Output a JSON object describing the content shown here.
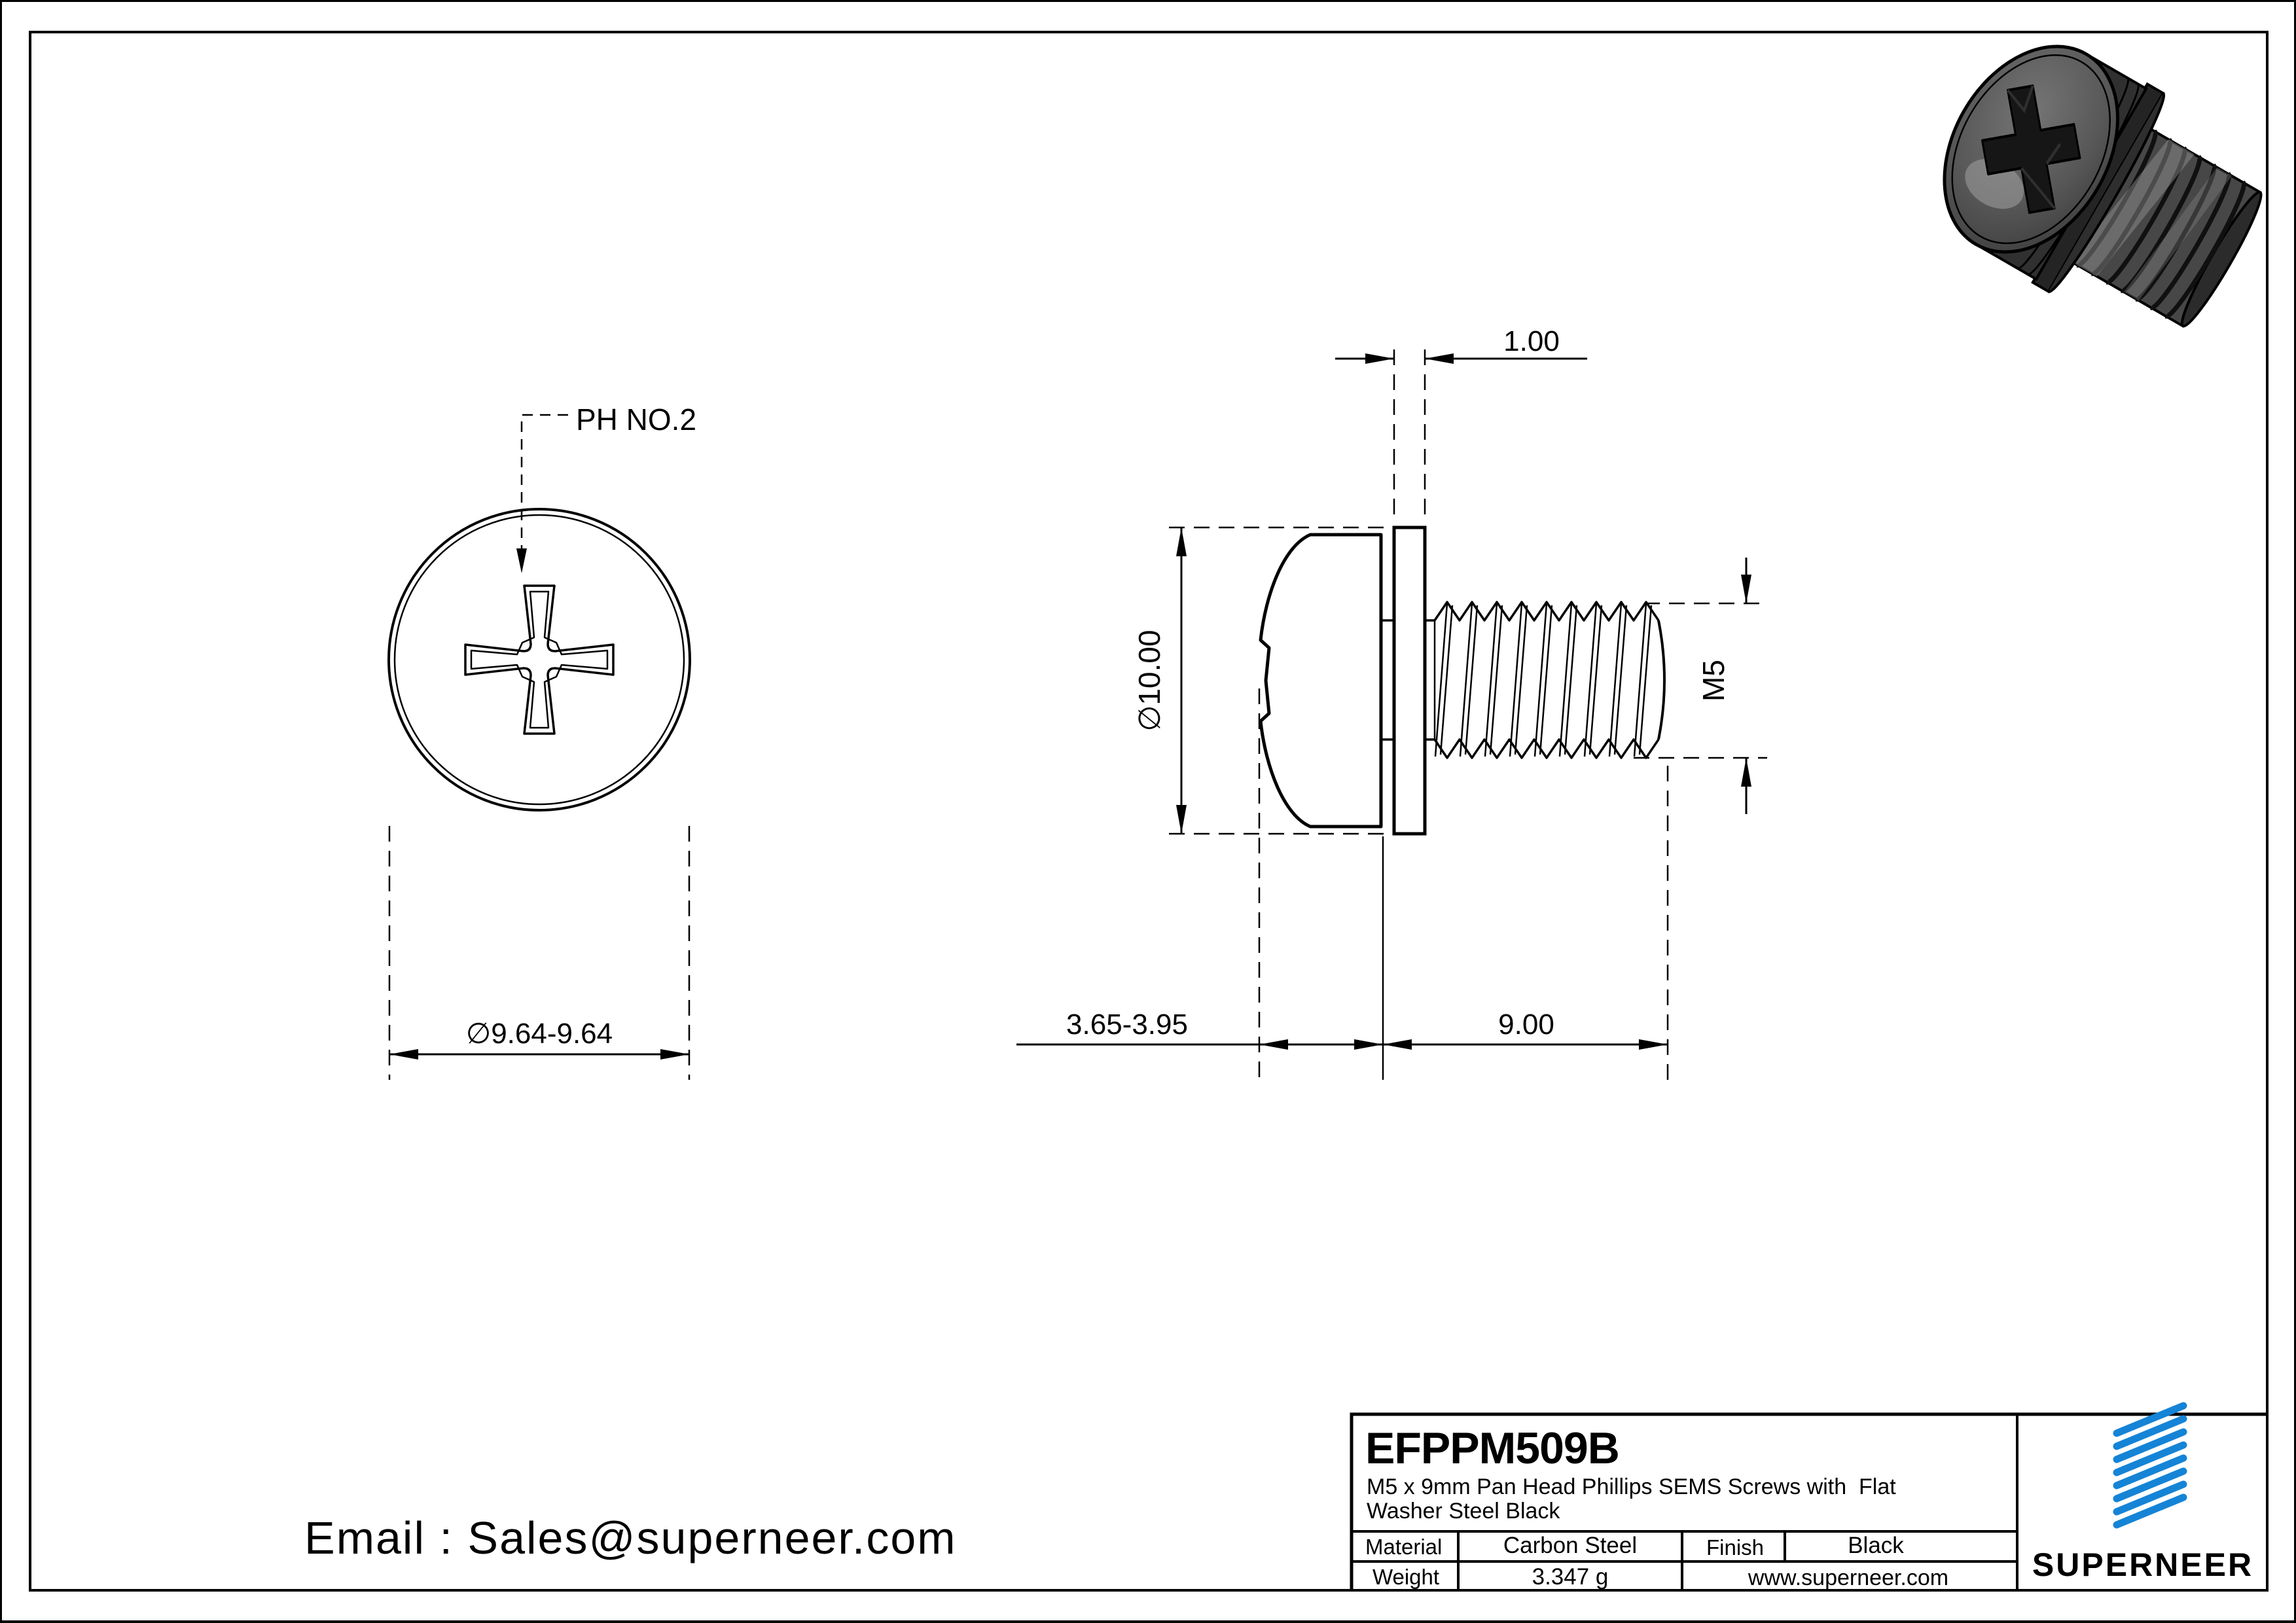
{
  "drawing": {
    "email": "Email : Sales@superneer.com",
    "front_view": {
      "recess_label": "PH NO.2",
      "head_diameter": "∅9.64-9.64"
    },
    "side_view": {
      "washer_thickness": "1.00",
      "washer_diameter": "∅10.00",
      "thread_size": "M5",
      "head_height": "3.65-3.95",
      "thread_length": "9.00"
    }
  },
  "title_block": {
    "part_number": "EFPPM509B",
    "description_line1": "M5 x 9mm Pan Head Phillips SEMS Screws with  Flat",
    "description_line2": "Washer Steel Black",
    "material_label": "Material",
    "material_value": "Carbon Steel",
    "finish_label": "Finish",
    "finish_value": "Black",
    "weight_label": "Weight",
    "weight_value": "3.347 g",
    "website": "www.superneer.com",
    "brand": "SUPERNEER"
  },
  "colors": {
    "brand_blue": "#1584d6",
    "link_blue": "#1b7fc8",
    "line": "#000000"
  }
}
